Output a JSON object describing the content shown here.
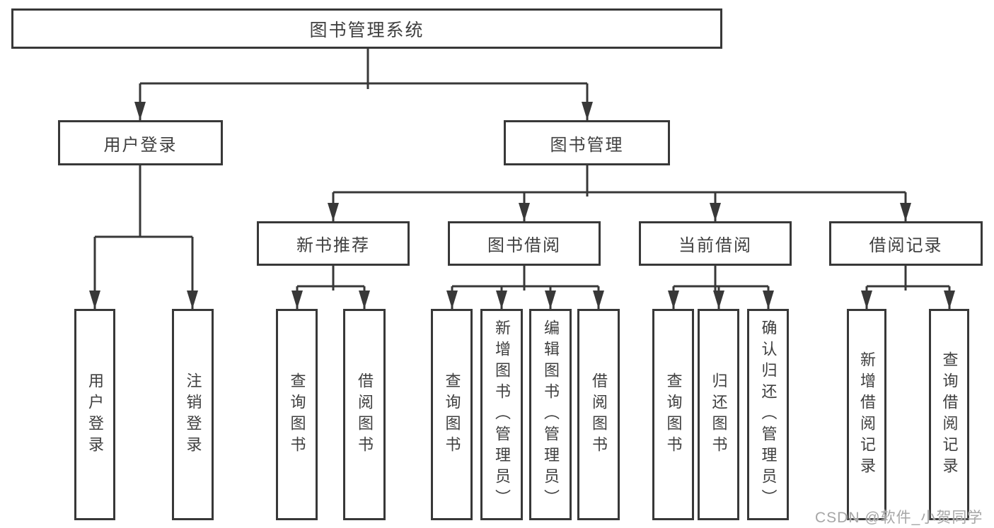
{
  "diagram": {
    "root": "图书管理系统",
    "branches": [
      {
        "label": "用户登录",
        "children": [
          "用户登录",
          "注销登录"
        ]
      },
      {
        "label": "图书管理",
        "children": [
          {
            "label": "新书推荐",
            "children": [
              "查询图书",
              "借阅图书"
            ]
          },
          {
            "label": "图书借阅",
            "children": [
              "查询图书",
              "新增图书（管理员）",
              "编辑图书（管理员）",
              "借阅图书"
            ]
          },
          {
            "label": "当前借阅",
            "children": [
              "查询图书",
              "归还图书",
              "确认归还（管理员）"
            ]
          },
          {
            "label": "借阅记录",
            "children": [
              "新增借阅记录",
              "查询借阅记录"
            ]
          }
        ]
      }
    ]
  },
  "watermark": {
    "text": "CSDN @软件_小贺同学"
  },
  "colors": {
    "line": "#383838",
    "text": "#3f3f3f",
    "watermark_text": "#a6a6a6",
    "background": "#ffffff"
  }
}
